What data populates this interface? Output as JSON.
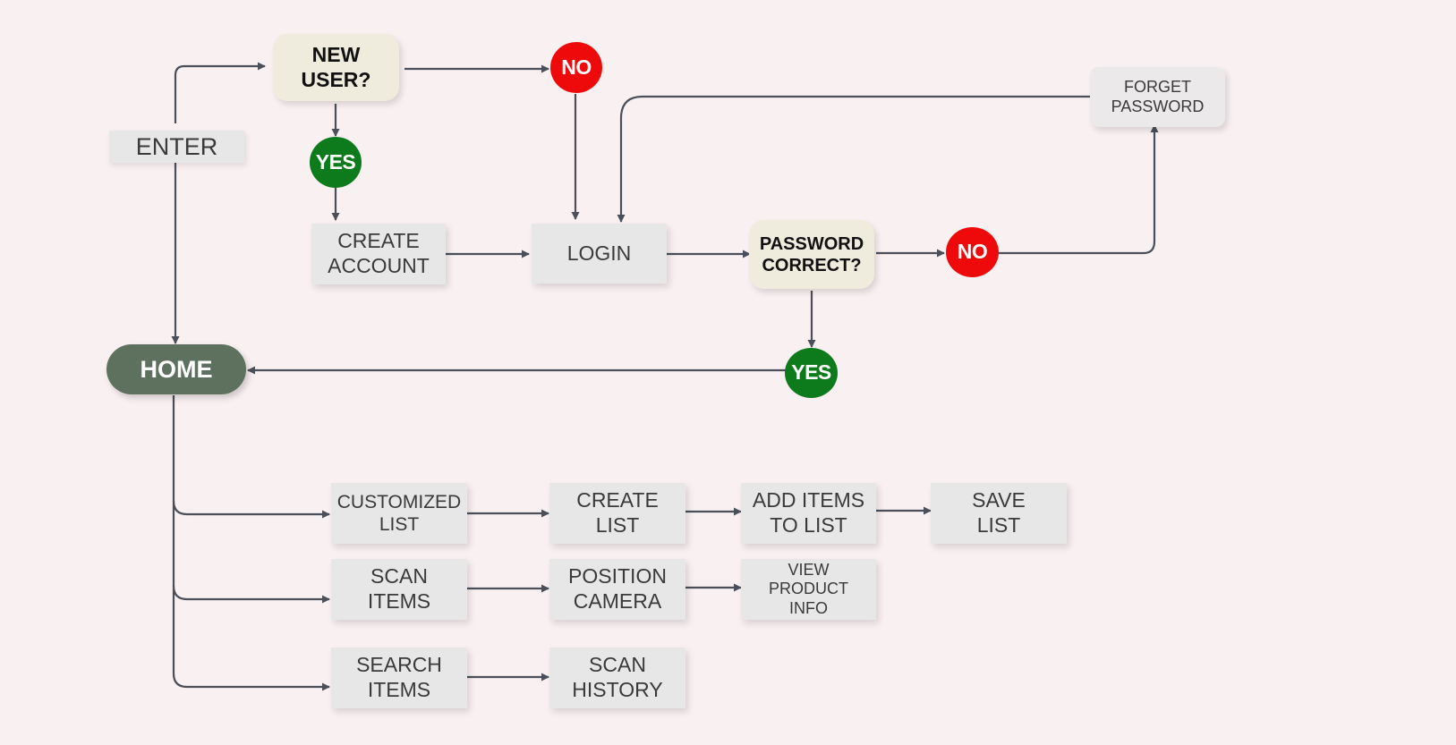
{
  "colors": {
    "background": "#f9f0f1",
    "box": "#e7e7e7",
    "decision": "#efebdd",
    "home": "#5e715f",
    "no": "#ee0a0a",
    "yes": "#0d7a1c",
    "connector": "#4a4f5a"
  },
  "nodes": {
    "enter": "ENTER",
    "new_user": "NEW\nUSER?",
    "no_top": "NO",
    "yes_top": "YES",
    "create_account": "CREATE\nACCOUNT",
    "login": "LOGIN",
    "password_correct": "PASSWORD\nCORRECT?",
    "no_right": "NO",
    "forget_password": "FORGET\nPASSWORD",
    "yes_bottom": "YES",
    "home": "HOME",
    "customized_list": "CUSTOMIZED\nLIST",
    "create_list": "CREATE\nLIST",
    "add_items_to_list": "ADD ITEMS\nTO LIST",
    "save_list": "SAVE\nLIST",
    "scan_items": "SCAN\nITEMS",
    "position_camera": "POSITION\nCAMERA",
    "view_product_info": "VIEW\nPRODUCT\nINFO",
    "search_items": "SEARCH\nITEMS",
    "scan_history": "SCAN\nHISTORY"
  }
}
